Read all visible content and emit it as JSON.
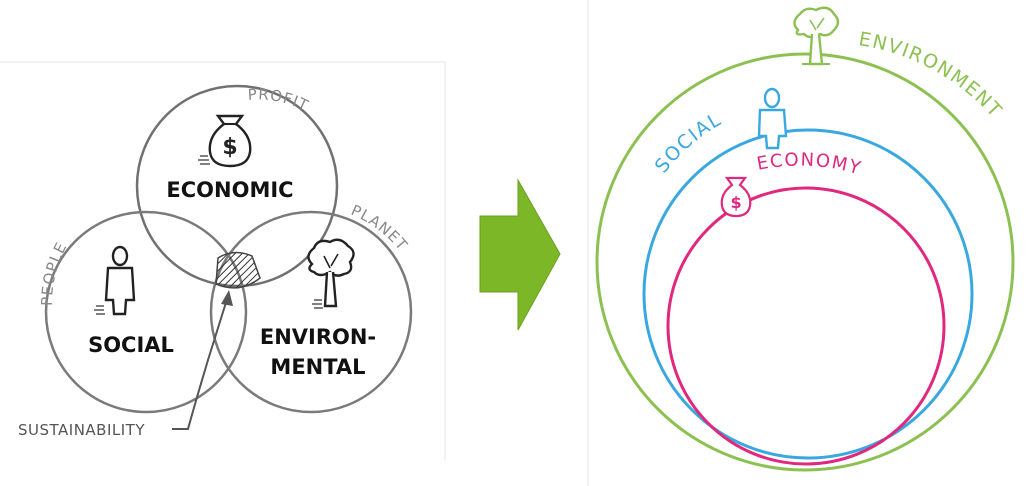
{
  "left_panel": {
    "circles": {
      "economic": "ECONOMIC",
      "social": "SOCIAL",
      "environmental_line1": "ENVIRON-",
      "environmental_line2": "MENTAL"
    },
    "outer_labels": {
      "profit": "PROFIT",
      "people": "PEOPLE",
      "planet": "PLANET"
    },
    "pointer_label": "SUSTAINABILITY",
    "icons": [
      "money-bag-icon",
      "person-icon",
      "tree-icon"
    ]
  },
  "arrow": {
    "color": "#7cb728"
  },
  "right_panel": {
    "labels": {
      "environment": "ENVIRONMENT",
      "social": "SOCIAL",
      "economy": "ECONOMY"
    },
    "colors": {
      "environment": "#8cc152",
      "social": "#3aa8e0",
      "economy": "#e0287e"
    },
    "icons": [
      "tree-icon",
      "person-icon",
      "money-bag-icon"
    ]
  }
}
